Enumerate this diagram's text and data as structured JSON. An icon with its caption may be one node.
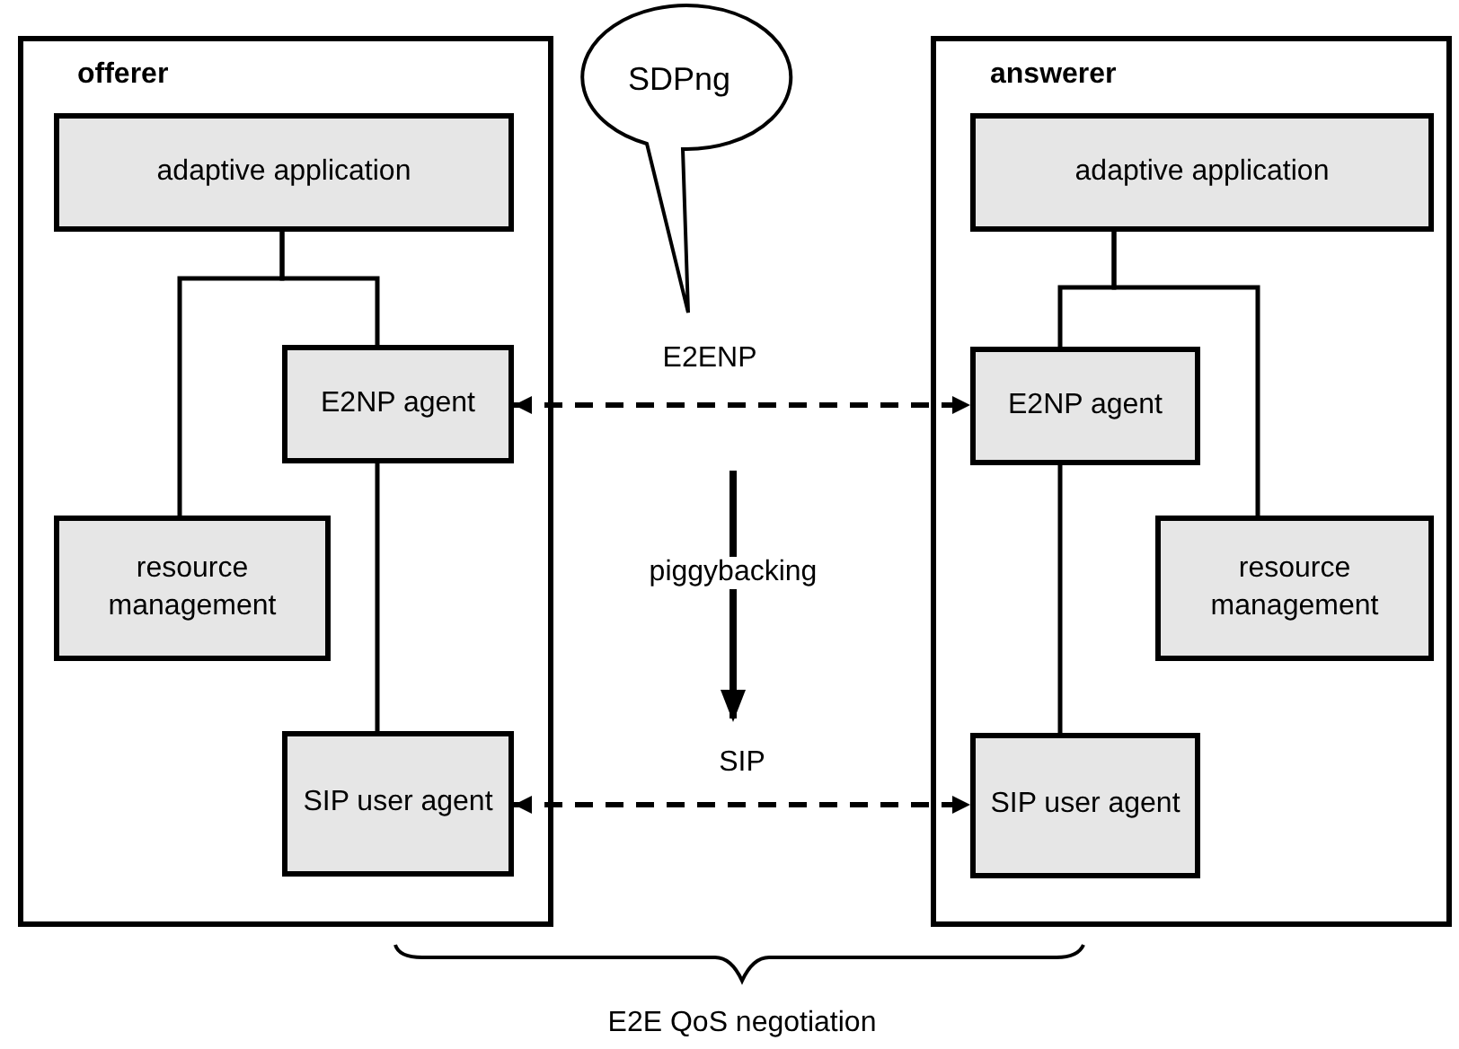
{
  "diagram": {
    "nodes": [
      {
        "text": [
          "offerer"
        ]
      },
      {
        "text": [
          "adaptive application"
        ],
        "in": 0
      },
      {
        "text": [
          "E2NP agent"
        ],
        "in": 0
      },
      {
        "text": [
          "resource management"
        ],
        "in": 0
      },
      {
        "text": [
          "SIP user agent"
        ],
        "in": 0
      },
      {
        "text": [
          "answerer"
        ]
      },
      {
        "text": [
          "adaptive application"
        ],
        "in": 5
      },
      {
        "text": [
          "E2NP agent"
        ],
        "in": 5
      },
      {
        "text": [
          "resource management"
        ],
        "in": 5
      },
      {
        "text": [
          "SIP user agent"
        ],
        "in": 5
      },
      {
        "text": [
          "SDPng"
        ]
      }
    ],
    "edges": [
      {
        "from": 1,
        "to": 2,
        "arrow": "none"
      },
      {
        "from": 1,
        "to": 3,
        "arrow": "none"
      },
      {
        "from": 2,
        "to": 4,
        "arrow": "none"
      },
      {
        "from": 6,
        "to": 7,
        "arrow": "none"
      },
      {
        "from": 6,
        "to": 8,
        "arrow": "none"
      },
      {
        "from": 7,
        "to": 9,
        "arrow": "none"
      },
      {
        "from": 2,
        "to": 7,
        "arrow": "both",
        "label": "E2ENP",
        "style": "dashed"
      },
      {
        "from": 4,
        "to": 9,
        "arrow": "both",
        "label": "SIP",
        "style": "dashed"
      }
    ],
    "labels": [
      "piggybacking",
      "E2E QoS negotiation"
    ]
  }
}
